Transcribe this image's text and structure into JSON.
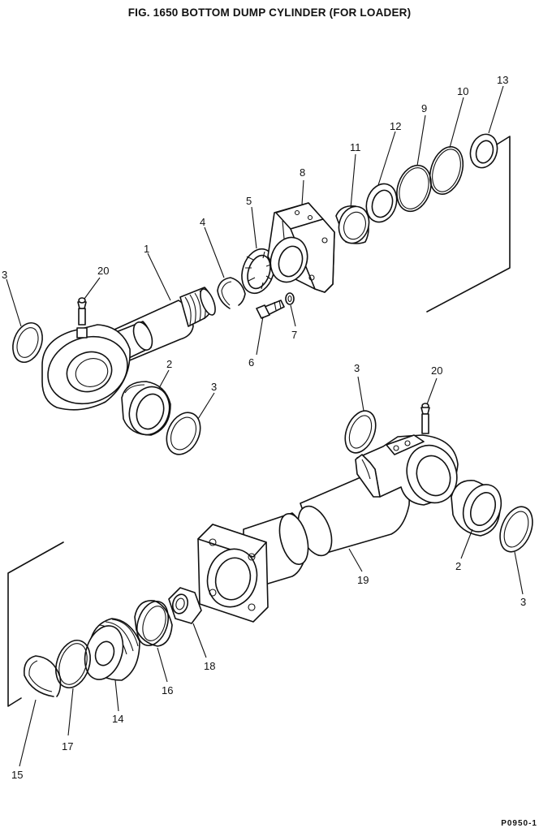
{
  "figure": {
    "title": "FIG. 1650   BOTTOM DUMP CYLINDER (FOR LOADER)",
    "corner_code": "P0950-1"
  },
  "callouts": [
    {
      "id": "c-1",
      "label": "1"
    },
    {
      "id": "c-2a",
      "label": "2"
    },
    {
      "id": "c-2b",
      "label": "2"
    },
    {
      "id": "c-3a",
      "label": "3"
    },
    {
      "id": "c-3b",
      "label": "3"
    },
    {
      "id": "c-3c",
      "label": "3"
    },
    {
      "id": "c-3d",
      "label": "3"
    },
    {
      "id": "c-4",
      "label": "4"
    },
    {
      "id": "c-5",
      "label": "5"
    },
    {
      "id": "c-6",
      "label": "6"
    },
    {
      "id": "c-7",
      "label": "7"
    },
    {
      "id": "c-8",
      "label": "8"
    },
    {
      "id": "c-9",
      "label": "9"
    },
    {
      "id": "c-10",
      "label": "10"
    },
    {
      "id": "c-11",
      "label": "11"
    },
    {
      "id": "c-12",
      "label": "12"
    },
    {
      "id": "c-13",
      "label": "13"
    },
    {
      "id": "c-14",
      "label": "14"
    },
    {
      "id": "c-15",
      "label": "15"
    },
    {
      "id": "c-16",
      "label": "16"
    },
    {
      "id": "c-17",
      "label": "17"
    },
    {
      "id": "c-18",
      "label": "18"
    },
    {
      "id": "c-19",
      "label": "19"
    },
    {
      "id": "c-20a",
      "label": "20"
    },
    {
      "id": "c-20b",
      "label": "20"
    }
  ]
}
